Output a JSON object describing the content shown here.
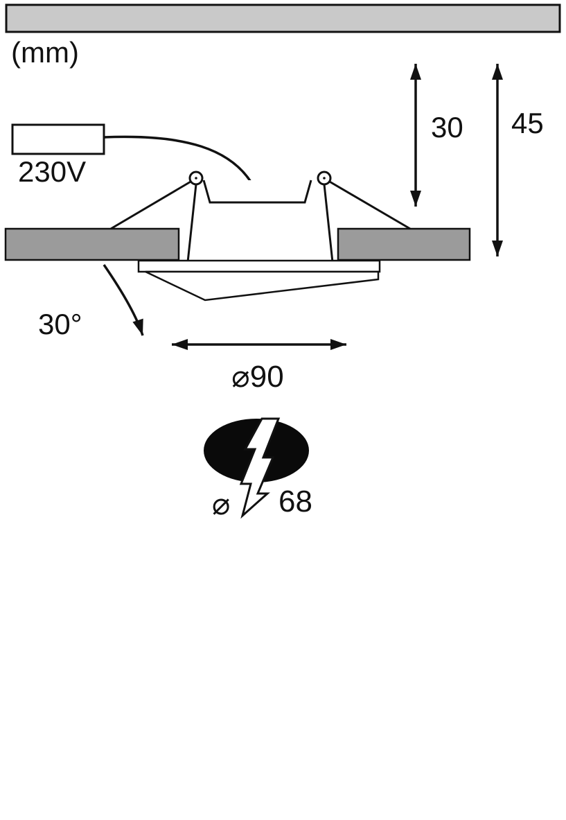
{
  "diagram": {
    "unit_label": "(mm)",
    "voltage_label": "230V",
    "height_inner_label": "30",
    "height_total_label": "45",
    "tilt_angle_label": "30°",
    "outer_diameter_label": "⌀90",
    "cutout_diameter_symbol": "⌀",
    "cutout_diameter_value": "68"
  },
  "colors": {
    "top_bar_gray": "#c9c9c9",
    "ceiling_gray": "#9b9b9b",
    "line_black": "#111111",
    "cutout_black": "#0a0a0a",
    "white": "#ffffff"
  }
}
